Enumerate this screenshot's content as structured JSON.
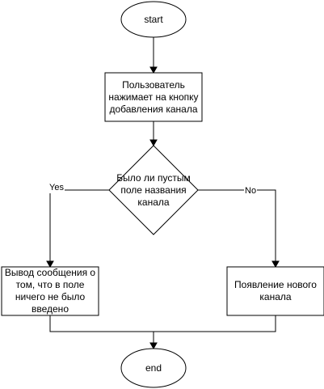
{
  "flowchart": {
    "start_label": "start",
    "action_label": "Пользователь нажимает на кнопку добавления канала",
    "decision_label": "Было ли пустым поле названия канала",
    "yes_label": "Yes",
    "no_label": "No",
    "error_label": "Вывод сообщения о том, что в поле ничего не было введено",
    "success_label": "Появление нового канала",
    "end_label": "end"
  }
}
